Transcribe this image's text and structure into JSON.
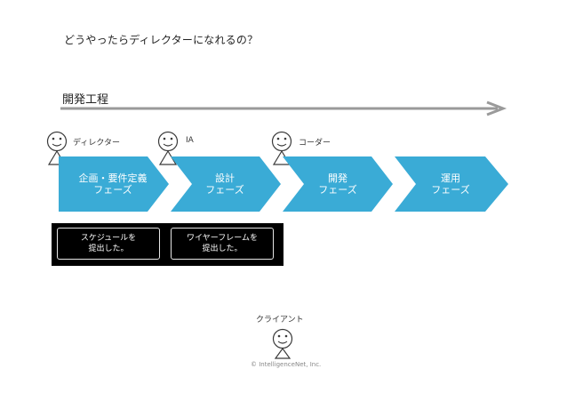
{
  "title": "どうやったらディレクターになれるの？",
  "process_label": "開発工程",
  "colors": {
    "phase": "#3aabd6",
    "arrow": "#9a9a9a",
    "band": "#000000"
  },
  "roles": [
    {
      "label": "ディレクター"
    },
    {
      "label": "IA"
    },
    {
      "label": "コーダー"
    }
  ],
  "phases": [
    {
      "line1": "企画・要件定義",
      "line2": "フェーズ"
    },
    {
      "line1": "設計",
      "line2": "フェーズ"
    },
    {
      "line1": "開発",
      "line2": "フェーズ"
    },
    {
      "line1": "運用",
      "line2": "フェーズ"
    }
  ],
  "outputs": [
    {
      "line1": "スケジュールを",
      "line2": "提出した。"
    },
    {
      "line1": "ワイヤーフレームを",
      "line2": "提出した。"
    }
  ],
  "client_label": "クライアント",
  "copyright": "© IntelligenceNet, Inc."
}
